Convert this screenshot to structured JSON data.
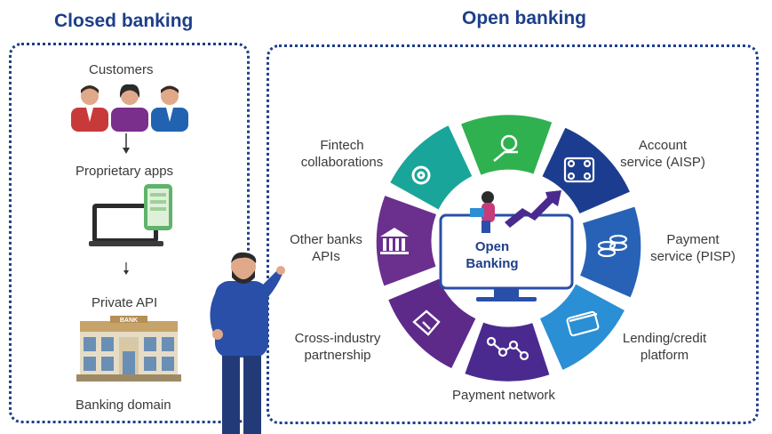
{
  "closed": {
    "title": "Closed banking",
    "customers": "Customers",
    "apps": "Proprietary apps",
    "api": "Private API",
    "domain": "Banking domain",
    "bank_sign": "BANK"
  },
  "open": {
    "title": "Open banking",
    "center_line1": "Open",
    "center_line2": "Banking",
    "segments": {
      "fintech": [
        "Fintech",
        "collaborations"
      ],
      "account": [
        "Account",
        "service (AISP)"
      ],
      "payment_service": [
        "Payment",
        "service (PISP)"
      ],
      "lending": [
        "Lending/credit",
        "platform"
      ],
      "payment_network": [
        "Payment network"
      ],
      "cross_industry": [
        "Cross-industry",
        "partnership"
      ],
      "other_banks": [
        "Other banks",
        "APIs"
      ]
    }
  },
  "colors": {
    "brand_blue": "#1d3f8a",
    "teal": "#1aa59a",
    "green": "#2fb14f",
    "navy": "#1c3d8f",
    "blue": "#2862b7",
    "sky": "#2a8fd4",
    "purple": "#4a2a8f",
    "violet": "#5d2a8a",
    "magenta": "#6b2f8e"
  },
  "icons": {
    "fintech": "gear-icon",
    "payment_top": "hand-coin-icon",
    "account": "network-icon",
    "payment_service": "coins-icon",
    "lending": "credit-card-icon",
    "payment_network": "nodes-icon",
    "cross_industry": "handshake-icon",
    "other_banks": "bank-building-icon"
  }
}
